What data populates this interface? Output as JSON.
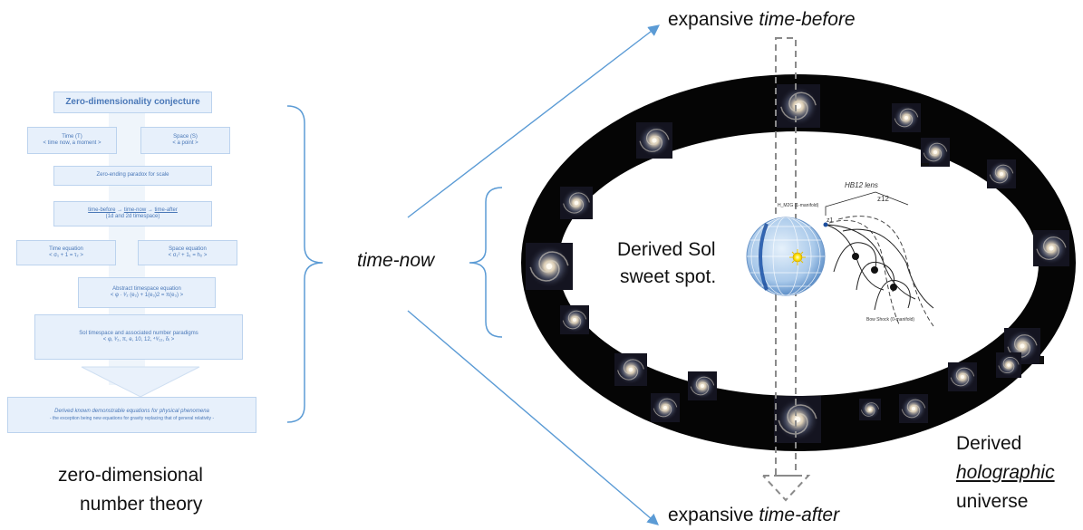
{
  "left_panel": {
    "caption_line1": "zero-dimensional",
    "caption_line2": "number theory",
    "flowchart": {
      "title": "Zero-dimensionality conjecture",
      "time_box": [
        "Time (T)",
        "< time now, a moment >"
      ],
      "space_box": [
        "Space (S)",
        "< a point >"
      ],
      "paradox_box": "Zero-ending paradox for scale",
      "timespace_box": [
        "time-before",
        "time-now",
        "time-after",
        "(1d and 2d timespace)"
      ],
      "time_equation_box": [
        "Time equation",
        "< σ₁ + 1 = τ₂ >"
      ],
      "space_equation_box": [
        "Space equation",
        "< σ₁² + 1₁ = h₂ >"
      ],
      "abstract_box": [
        "Abstract timespace equation",
        "< φ · ³⁄₂ (e₂) + 1(e₃)2 = π(e₃) >"
      ],
      "sol_box": [
        "Sol timespace and associated number paradigms",
        "< φ, ³⁄₂, π, e, 10, 12, ⁴⁶⁄₁₂, δᵢ >"
      ],
      "derived_box": [
        "Derived known demonstrable equations for physical phenomena",
        "- the exception being new equations for gravity replacing that of general relativity -"
      ]
    }
  },
  "center": {
    "label": "time-now"
  },
  "right_panel": {
    "top_label_plain": "expansive ",
    "top_label_italic": "time-before",
    "bottom_label_plain": "expansive ",
    "bottom_label_italic": "time-after",
    "sol_label_line1": "Derived Sol",
    "sol_label_line2": "sweet spot.",
    "universe_line1": "Derived",
    "universe_line2": "holographic",
    "universe_line3": "universe",
    "sun_diagram": {
      "lens_label": "HB12 lens",
      "z12_label": "z12",
      "z1_label": "z1",
      "manifold_label": "H_M2G (1-manifold)",
      "bow_label": "Bow Shock (0-manifold)"
    }
  },
  "colors": {
    "arrow_blue": "#5b9bd5",
    "ring_black": "#050505",
    "dashed_gray": "#888888",
    "flow_fill": "#e7f0fb",
    "flow_text": "#4a78b8"
  }
}
